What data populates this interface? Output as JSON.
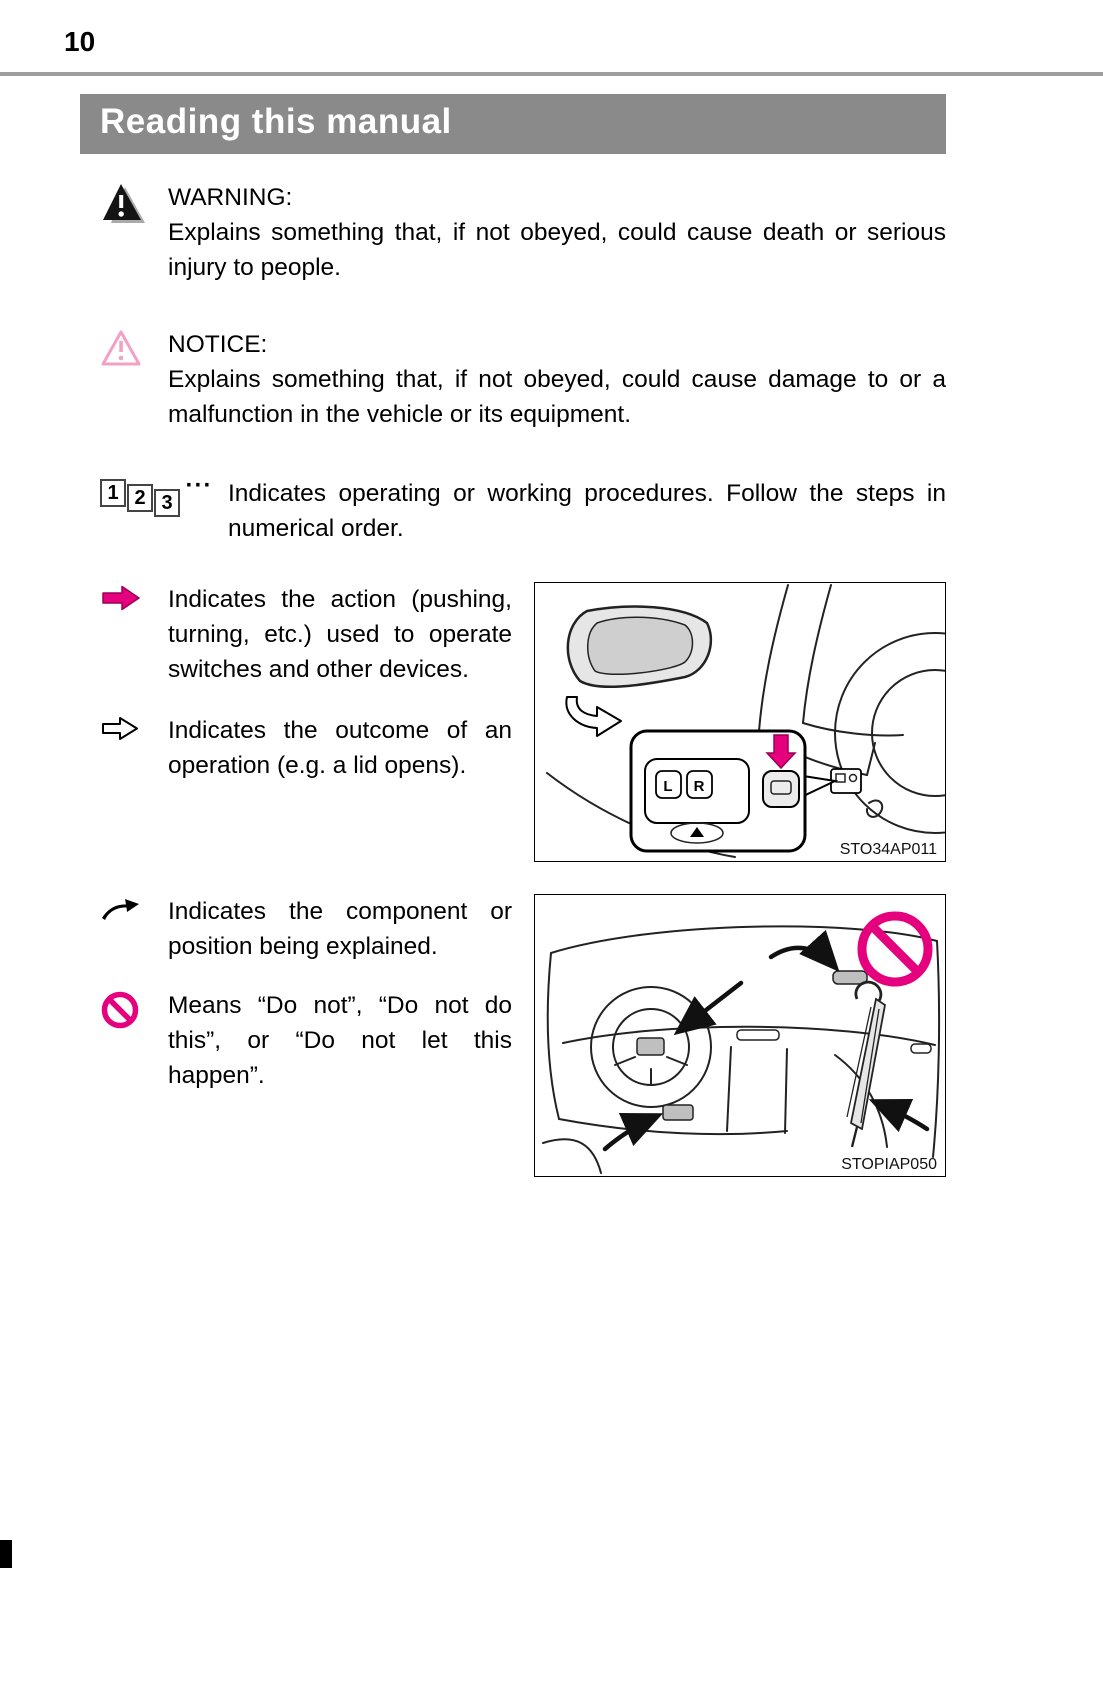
{
  "page": {
    "number": "10"
  },
  "header": {
    "title": "Reading this manual"
  },
  "sections": {
    "warning": {
      "label": "WARNING:",
      "text": "Explains something that, if not obeyed, could cause death or serious injury to people."
    },
    "notice": {
      "label": "NOTICE:",
      "text": "Explains something that, if not obeyed, could cause damage to or a malfunction in the vehicle or its equipment."
    },
    "steps": {
      "numbers": [
        "1",
        "2",
        "3"
      ],
      "ellipsis": "···",
      "text": "Indicates operating or working procedures. Follow the steps in numerical order."
    },
    "action": {
      "text": "Indicates the action (pushing, turning, etc.) used to operate switches and other devices."
    },
    "outcome": {
      "text": "Indicates the outcome of an operation (e.g. a lid opens)."
    },
    "component": {
      "text": "Indicates the component or position being explained."
    },
    "prohibition": {
      "text": "Means “Do not”, “Do not do this”, or “Do not let this happen”."
    }
  },
  "figures": {
    "mirror": {
      "caption": "STO34AP011",
      "switch_left_label": "L",
      "switch_right_label": "R"
    },
    "interior": {
      "caption": "STOPIAP050"
    }
  },
  "colors": {
    "accent_pink": "#e5007d",
    "notice_pink": "#f2a0c6",
    "header_gray": "#8a8a8a"
  }
}
